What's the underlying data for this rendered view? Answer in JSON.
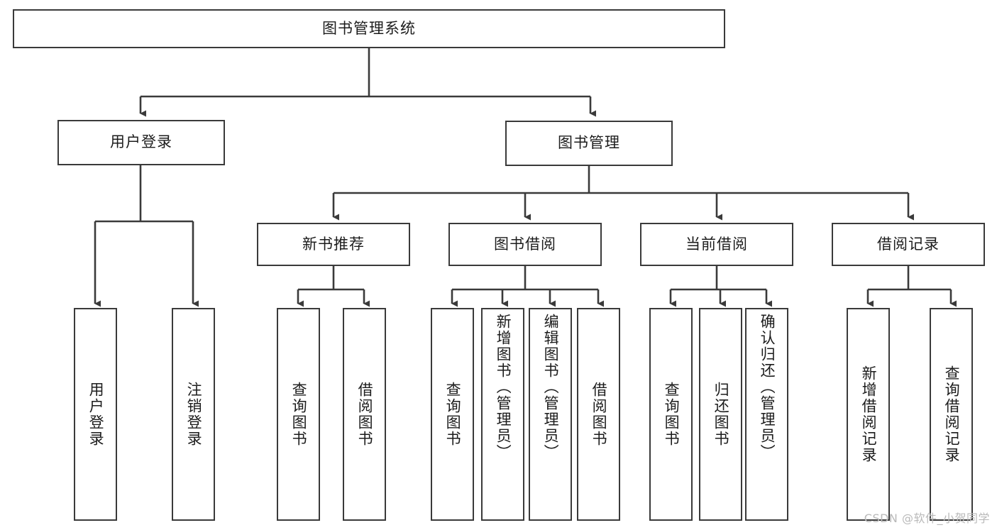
{
  "diagram": {
    "type": "tree-hierarchy",
    "title": "图书管理系统",
    "root": {
      "label": "图书管理系统"
    },
    "level2": [
      {
        "id": "user-login",
        "label": "用户登录"
      },
      {
        "id": "book-management",
        "label": "图书管理"
      }
    ],
    "level3": [
      {
        "id": "new-book-recommend",
        "label": "新书推荐",
        "parent": "book-management"
      },
      {
        "id": "book-borrow",
        "label": "图书借阅",
        "parent": "book-management"
      },
      {
        "id": "current-borrow",
        "label": "当前借阅",
        "parent": "book-management"
      },
      {
        "id": "borrow-record",
        "label": "借阅记录",
        "parent": "book-management"
      }
    ],
    "leaves": [
      {
        "id": "leaf-user-login",
        "label": "用户登录",
        "parent": "user-login"
      },
      {
        "id": "leaf-logout",
        "label": "注销登录",
        "parent": "user-login"
      },
      {
        "id": "leaf-query-book-1",
        "label": "查询图书",
        "parent": "new-book-recommend"
      },
      {
        "id": "leaf-borrow-book-1",
        "label": "借阅图书",
        "parent": "new-book-recommend"
      },
      {
        "id": "leaf-query-book-2",
        "label": "查询图书",
        "parent": "book-borrow"
      },
      {
        "id": "leaf-add-book",
        "label": "新增图书（管理员）",
        "parent": "book-borrow"
      },
      {
        "id": "leaf-edit-book",
        "label": "编辑图书（管理员）",
        "parent": "book-borrow"
      },
      {
        "id": "leaf-borrow-book-2",
        "label": "借阅图书",
        "parent": "book-borrow"
      },
      {
        "id": "leaf-query-book-3",
        "label": "查询图书",
        "parent": "current-borrow"
      },
      {
        "id": "leaf-return-book",
        "label": "归还图书",
        "parent": "current-borrow"
      },
      {
        "id": "leaf-confirm-return",
        "label": "确认归还（管理员）",
        "parent": "current-borrow"
      },
      {
        "id": "leaf-add-record",
        "label": "新增借阅记录",
        "parent": "borrow-record"
      },
      {
        "id": "leaf-query-record",
        "label": "查询借阅记录",
        "parent": "borrow-record"
      }
    ]
  },
  "watermark": {
    "text": "CSDN @软件_小贺同学"
  },
  "colors": {
    "stroke": "#3a3a3a",
    "background": "#ffffff",
    "text": "#1c1c1c",
    "watermark": "#b9b9b9"
  }
}
